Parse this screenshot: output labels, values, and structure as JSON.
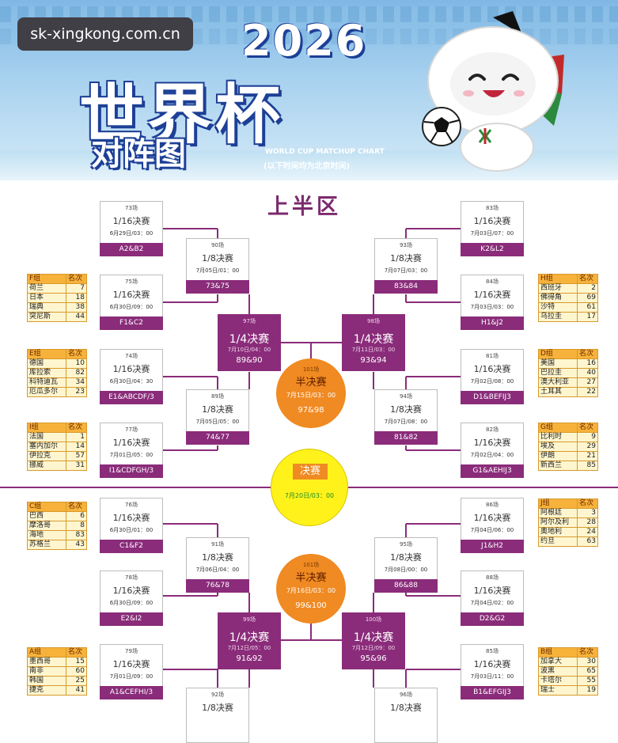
{
  "header": {
    "watermark": "sk-xingkong.com.cn",
    "year": "2026",
    "title_main": "世界杯",
    "title_sub": "对阵图",
    "subtitle_en": "WORLD CUP MATCHUP CHART",
    "subtitle_cn": "(以下时间均为北京时间)"
  },
  "colors": {
    "accent": "#8a2c7a",
    "semi": "#f08a22",
    "final": "#fff21a",
    "group_header": "#f7b23b",
    "group_cell": "#fff6cf"
  },
  "bracket": {
    "half_title": "上半区",
    "r32": [
      {
        "match": "73场",
        "round": "1/16决赛",
        "time": "6月29日/03：00",
        "teams": "A2&B2"
      },
      {
        "match": "75场",
        "round": "1/16决赛",
        "time": "6月30日/09：00",
        "teams": "F1&C2"
      },
      {
        "match": "74场",
        "round": "1/16决赛",
        "time": "6月30日/04：30",
        "teams": "E1&ABCDF/3"
      },
      {
        "match": "77场",
        "round": "1/16决赛",
        "time": "7月01日/05：00",
        "teams": "I1&CDFGH/3"
      },
      {
        "match": "83场",
        "round": "1/16决赛",
        "time": "7月03日/07：00",
        "teams": "K2&L2"
      },
      {
        "match": "84场",
        "round": "1/16决赛",
        "time": "7月03日/03：00",
        "teams": "H1&J2"
      },
      {
        "match": "81场",
        "round": "1/16决赛",
        "time": "7月02日/08：00",
        "teams": "D1&BEFIJ3"
      },
      {
        "match": "82场",
        "round": "1/16决赛",
        "time": "7月02日/04：00",
        "teams": "G1&AEHIJ3"
      },
      {
        "match": "76场",
        "round": "1/16决赛",
        "time": "6月30日/01：00",
        "teams": "C1&F2"
      },
      {
        "match": "78场",
        "round": "1/16决赛",
        "time": "6月30日/09：00",
        "teams": "E2&I2"
      },
      {
        "match": "79场",
        "round": "1/16决赛",
        "time": "7月01日/09：00",
        "teams": "A1&CEFHI/3"
      },
      {
        "match": "86场",
        "round": "1/16决赛",
        "time": "7月04日/06：00",
        "teams": "J1&H2"
      },
      {
        "match": "88场",
        "round": "1/16决赛",
        "time": "7月04日/02：00",
        "teams": "D2&G2"
      },
      {
        "match": "85场",
        "round": "1/16决赛",
        "time": "7月03日/11：00",
        "teams": "B1&EFGIJ3"
      }
    ],
    "r16": [
      {
        "match": "90场",
        "round": "1/8决赛",
        "time": "7月05日/01：00",
        "teams": "73&75"
      },
      {
        "match": "89场",
        "round": "1/8决赛",
        "time": "7月05日/05：00",
        "teams": "74&77"
      },
      {
        "match": "93场",
        "round": "1/8决赛",
        "time": "7月07日/03：00",
        "teams": "83&84"
      },
      {
        "match": "94场",
        "round": "1/8决赛",
        "time": "7月07日/08：00",
        "teams": "81&82"
      },
      {
        "match": "91场",
        "round": "1/8决赛",
        "time": "7月06日/04：00",
        "teams": "76&78"
      },
      {
        "match": "95场",
        "round": "1/8决赛",
        "time": "7月08日/00：00",
        "teams": "86&88"
      },
      {
        "match": "92场",
        "round": "1/8决赛"
      },
      {
        "match": "96场",
        "round": "1/8决赛"
      }
    ],
    "qf": [
      {
        "match": "97场",
        "round": "1/4决赛",
        "time": "7月10日/04：00",
        "teams": "89&90"
      },
      {
        "match": "98场",
        "round": "1/4决赛",
        "time": "7月11日/03：00",
        "teams": "93&94"
      },
      {
        "match": "99场",
        "round": "1/4决赛",
        "time": "7月12日/05：00",
        "teams": "91&92"
      },
      {
        "match": "100场",
        "round": "1/4决赛",
        "time": "7月12日/09：00",
        "teams": "95&96"
      }
    ],
    "sf": [
      {
        "match": "101场",
        "round": "半决赛",
        "time": "7月15日/03：00",
        "teams": "97&98"
      },
      {
        "match": "101场",
        "round": "半决赛",
        "time": "7月16日/03：00",
        "teams": "99&100"
      }
    ],
    "final": {
      "label": "决赛",
      "time": "7月20日/03：00"
    },
    "groups": [
      {
        "name": "F组",
        "rank_label": "名次",
        "teams": [
          [
            "荷兰",
            "7"
          ],
          [
            "日本",
            "18"
          ],
          [
            "瑞典",
            "38"
          ],
          [
            "突尼斯",
            "44"
          ]
        ]
      },
      {
        "name": "E组",
        "rank_label": "名次",
        "teams": [
          [
            "德国",
            "10"
          ],
          [
            "库拉索",
            "82"
          ],
          [
            "科特迪瓦",
            "34"
          ],
          [
            "厄瓜多尔",
            "23"
          ]
        ]
      },
      {
        "name": "I组",
        "rank_label": "名次",
        "teams": [
          [
            "法国",
            "1"
          ],
          [
            "塞内加尔",
            "14"
          ],
          [
            "伊拉克",
            "57"
          ],
          [
            "挪威",
            "31"
          ]
        ]
      },
      {
        "name": "C组",
        "rank_label": "名次",
        "teams": [
          [
            "巴西",
            "6"
          ],
          [
            "摩洛哥",
            "8"
          ],
          [
            "海地",
            "83"
          ],
          [
            "苏格兰",
            "43"
          ]
        ]
      },
      {
        "name": "A组",
        "rank_label": "名次",
        "teams": [
          [
            "墨西哥",
            "15"
          ],
          [
            "南非",
            "60"
          ],
          [
            "韩国",
            "25"
          ],
          [
            "捷克",
            "41"
          ]
        ]
      },
      {
        "name": "H组",
        "rank_label": "名次",
        "teams": [
          [
            "西班牙",
            "2"
          ],
          [
            "佛得角",
            "69"
          ],
          [
            "沙特",
            "61"
          ],
          [
            "乌拉圭",
            "17"
          ]
        ]
      },
      {
        "name": "D组",
        "rank_label": "名次",
        "teams": [
          [
            "美国",
            "16"
          ],
          [
            "巴拉圭",
            "40"
          ],
          [
            "澳大利亚",
            "27"
          ],
          [
            "土耳其",
            "22"
          ]
        ]
      },
      {
        "name": "G组",
        "rank_label": "名次",
        "teams": [
          [
            "比利时",
            "9"
          ],
          [
            "埃及",
            "29"
          ],
          [
            "伊朗",
            "21"
          ],
          [
            "新西兰",
            "85"
          ]
        ]
      },
      {
        "name": "J组",
        "rank_label": "名次",
        "teams": [
          [
            "阿根廷",
            "3"
          ],
          [
            "阿尔及利",
            "28"
          ],
          [
            "奥地利",
            "24"
          ],
          [
            "约旦",
            "63"
          ]
        ]
      },
      {
        "name": "B组",
        "rank_label": "名次",
        "teams": [
          [
            "加拿大",
            "30"
          ],
          [
            "波黑",
            "65"
          ],
          [
            "卡塔尔",
            "55"
          ],
          [
            "瑞士",
            "19"
          ]
        ]
      }
    ]
  }
}
